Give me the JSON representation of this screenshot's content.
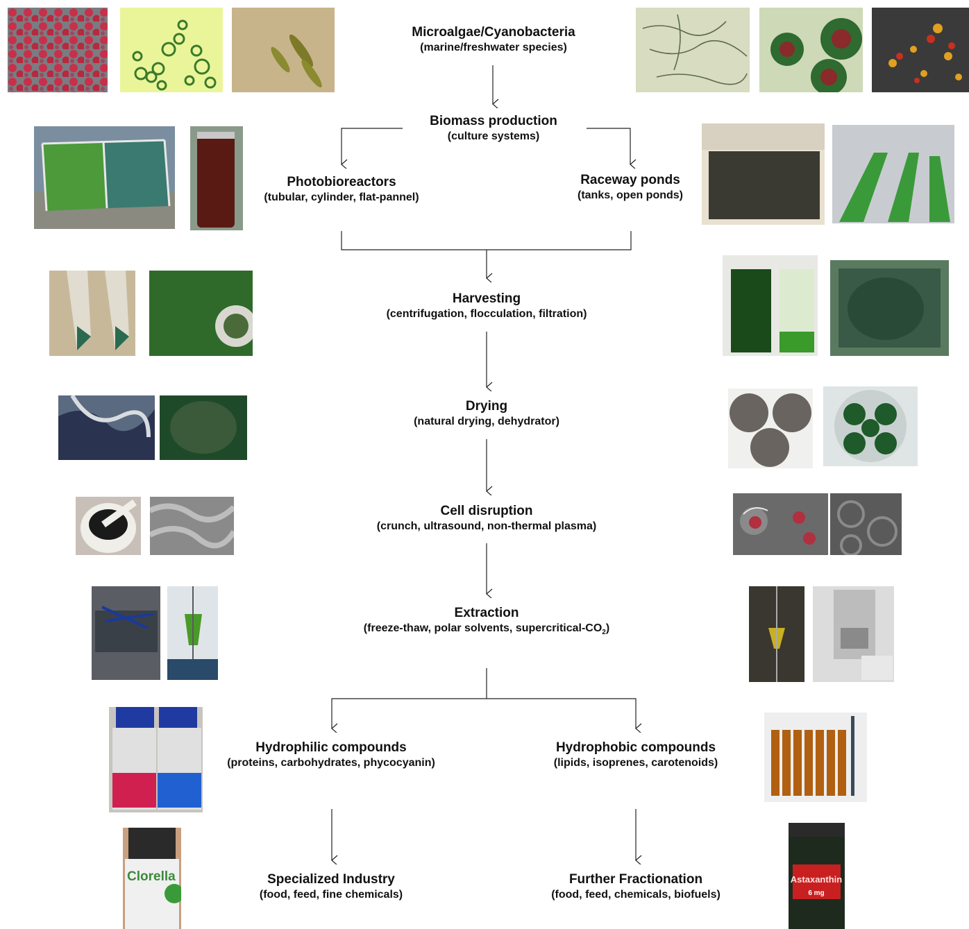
{
  "nodes": {
    "microalgae": {
      "title": "Microalgae/Cyanobacteria",
      "sub": "(marine/freshwater species)"
    },
    "biomass": {
      "title": "Biomass production",
      "sub": "(culture systems)"
    },
    "pbr": {
      "title": "Photobioreactors",
      "sub": "(tubular, cylinder, flat-pannel)"
    },
    "raceway": {
      "title": "Raceway ponds",
      "sub": "(tanks, open ponds)"
    },
    "harvesting": {
      "title": "Harvesting",
      "sub": "(centrifugation, flocculation, filtration)"
    },
    "drying": {
      "title": "Drying",
      "sub": "(natural drying, dehydrator)"
    },
    "disruption": {
      "title": "Cell disruption",
      "sub": "(crunch, ultrasound, non-thermal plasma)"
    },
    "extraction": {
      "title": "Extraction",
      "sub_pre": "(freeze-thaw, polar solvents, supercritical-CO",
      "sub_subscript": "2",
      "sub_post": ")"
    },
    "hydrophilic": {
      "title": "Hydrophilic compounds",
      "sub": "(proteins, carbohydrates, phycocyanin)"
    },
    "hydrophobic": {
      "title": "Hydrophobic compounds",
      "sub": "(lipids, isoprenes, carotenoids)"
    },
    "industry": {
      "title": "Specialized Industry",
      "sub": "(food, feed, fine chemicals)"
    },
    "fractionation": {
      "title": "Further Fractionation",
      "sub": "(food, feed, chemicals, biofuels)"
    }
  },
  "photos": {
    "bottle_left_label": "Clorella",
    "bottle_right_label": "Astaxanthin",
    "bottle_right_sub": "6 mg"
  },
  "colors": {
    "line": "#222222",
    "text": "#111111"
  }
}
